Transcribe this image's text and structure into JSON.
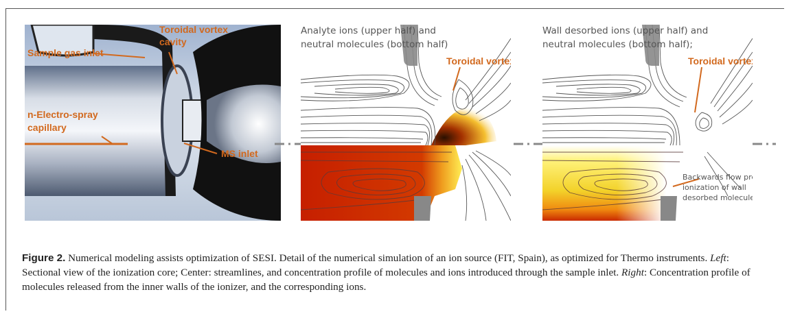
{
  "left_panel": {
    "labels": {
      "sample_gas_inlet": "Sample gas inlet",
      "toroidal_cavity_1": "Toroidal vortex",
      "toroidal_cavity_2": "cavity",
      "electrospray_1": "n-Electro-spray",
      "electrospray_2": "capillary",
      "ms_inlet": "MS inlet"
    }
  },
  "center_panel": {
    "title_1": "Analyte ions (upper half) and",
    "title_2": "neutral molecules (bottom half)",
    "vortex_label": "Toroidal vortex"
  },
  "right_panel": {
    "title_1": "Wall desorbed ions (upper half) and",
    "title_2": "neutral molecules (bottom half);",
    "vortex_label": "Toroidal vortex",
    "backflow_1": "Backwards flow prevents",
    "backflow_2": "ionization of wall",
    "backflow_3": "desorbed molecules"
  },
  "caption": {
    "figure_label": "Figure 2.",
    "text_1": " Numerical modeling assists optimization of SESI. Detail of the numerical simulation of an ion source (FIT, Spain), as optimized for Thermo instruments. ",
    "left_label": "Left",
    "text_2": ": Sectional view of the ionization core; Center: streamlines, and concentration profile of molecules and ions introduced through the sample inlet. ",
    "right_label": "Right",
    "text_3": ": Concentration profile of molecules released from the inner walls of the ionizer, and the corresponding ions."
  },
  "colors": {
    "accent_orange": "#d2691e",
    "streamline_gray": "#555555",
    "hot_red": "#cc2200",
    "hot_yellow": "#ffee33"
  }
}
